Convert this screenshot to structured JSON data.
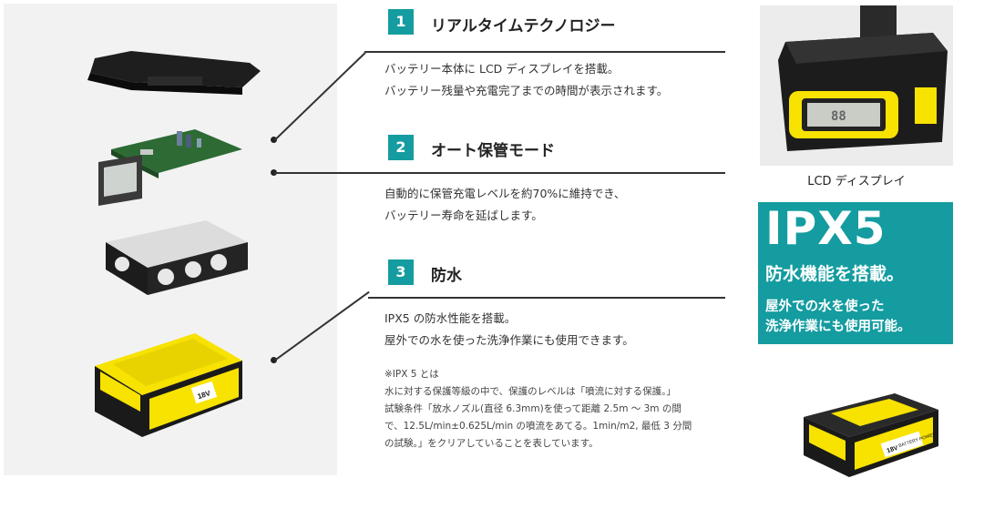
{
  "sections": [
    {
      "number": "1",
      "title": "リアルタイムテクノロジー",
      "lines": [
        "バッテリー本体に LCD ディスプレイを搭載。",
        "バッテリー残量や充電完了までの時間が表示されます。"
      ]
    },
    {
      "number": "2",
      "title": "オート保管モード",
      "lines": [
        "自動的に保管充電レベルを約70%に維持でき、",
        "バッテリー寿命を延ばします。"
      ]
    },
    {
      "number": "3",
      "title": "防水",
      "lines": [
        "IPX5 の防水性能を搭載。",
        "屋外での水を使った洗浄作業にも使用できます。"
      ]
    }
  ],
  "note": {
    "lines": [
      "※IPX 5 とは",
      "水に対する保護等級の中で、保護のレベルは「噴流に対する保護。」",
      "試験条件「放水ノズル(直径 6.3mm)を使って距離 2.5m ～ 3m の間",
      "で、12.5L/min±0.625L/min の噴流をあてる。1min/m2, 最低 3 分間",
      "の試験。」をクリアしていることを表しています。"
    ]
  },
  "lcd_photo": {
    "caption": "LCD ディスプレイ",
    "screen_text": "88"
  },
  "ipx_box": {
    "title": "IPX5",
    "subtitle": "防水機能を搭載。",
    "desc_lines": [
      "屋外での水を使った",
      "洗浄作業にも使用可能。"
    ]
  },
  "battery_label": {
    "voltage": "18V",
    "brand": "BATTERY POWER",
    "side_text": "18V"
  },
  "colors": {
    "accent": "#149ca0",
    "battery_yellow": "#f7e200",
    "battery_black": "#1a1a1a"
  }
}
